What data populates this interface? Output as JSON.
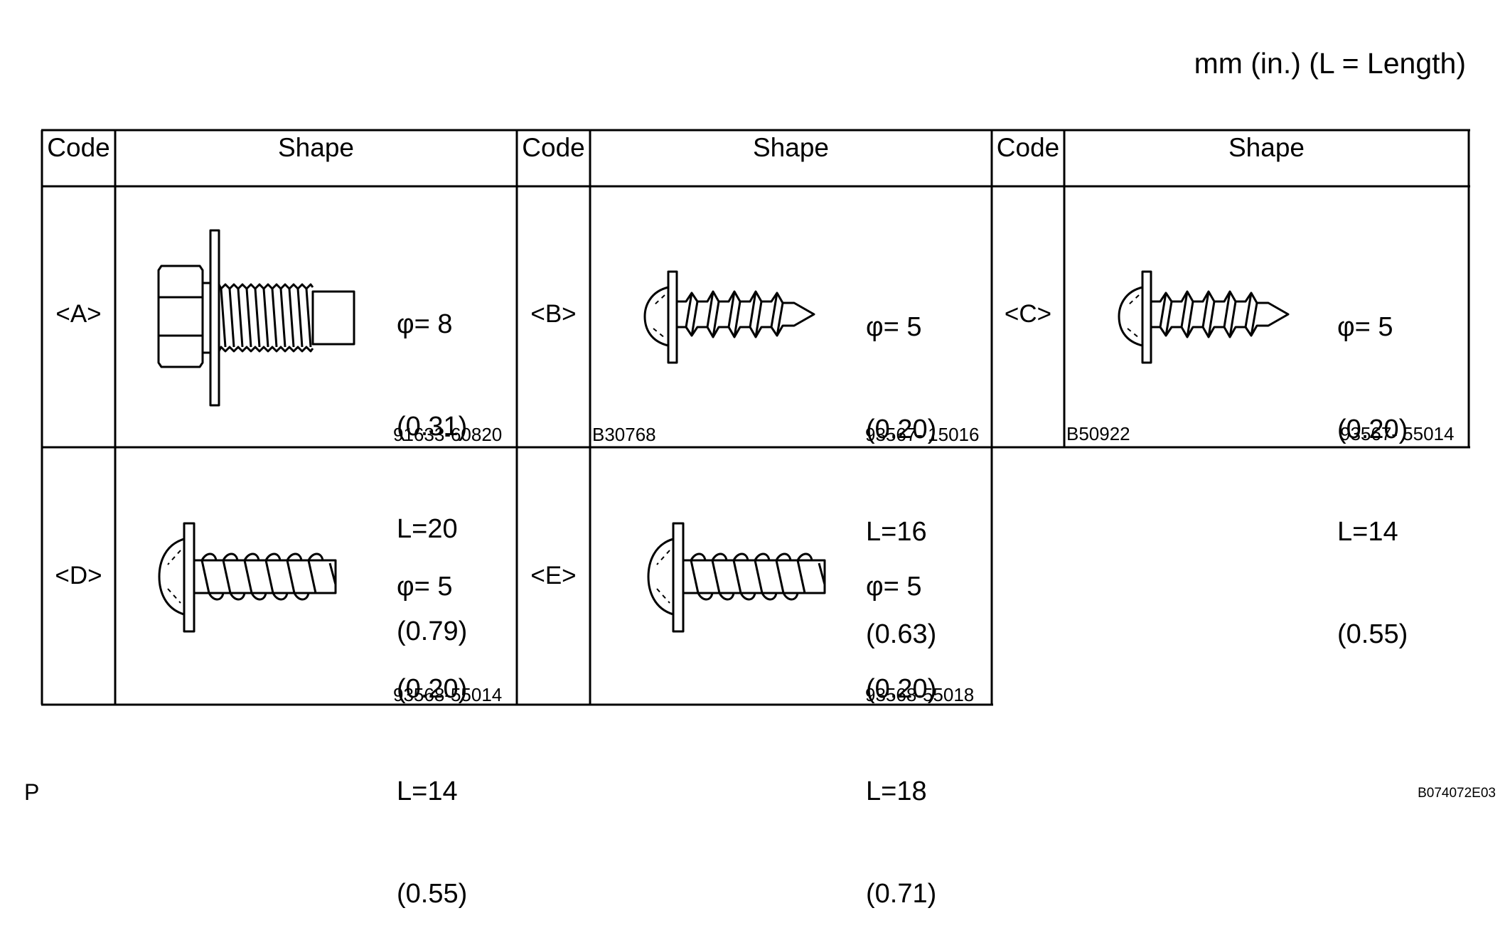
{
  "units_note": "mm (in.) (L = Length)",
  "header": {
    "code": "Code",
    "shape": "Shape"
  },
  "parts": [
    {
      "code": "<A>",
      "diameter": "φ= 8",
      "diameter_in": "(0.31)",
      "length": "L=20",
      "length_in": "(0.79)",
      "part_number": "91633-60820",
      "ref": ""
    },
    {
      "code": "<B>",
      "diameter": "φ= 5",
      "diameter_in": "(0.20)",
      "length": "L=16",
      "length_in": "(0.63)",
      "part_number": "93567- 15016",
      "ref": "B30768"
    },
    {
      "code": "<C>",
      "diameter": "φ= 5",
      "diameter_in": "(0.20)",
      "length": "L=14",
      "length_in": "(0.55)",
      "part_number": "93567- 55014",
      "ref": "B50922"
    },
    {
      "code": "<D>",
      "diameter": "φ= 5",
      "diameter_in": "(0.20)",
      "length": "L=14",
      "length_in": "(0.55)",
      "part_number": "93568-55014",
      "ref": ""
    },
    {
      "code": "<E>",
      "diameter": "φ= 5",
      "diameter_in": "(0.20)",
      "length": "L=18",
      "length_in": "(0.71)",
      "part_number": "93568-55018",
      "ref": ""
    }
  ],
  "footer": {
    "left": "P",
    "figure_id": "B074072E03"
  }
}
